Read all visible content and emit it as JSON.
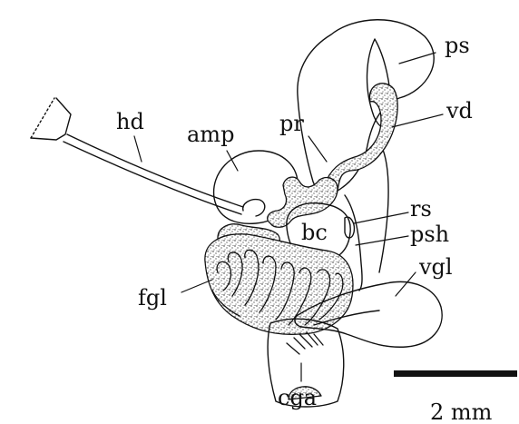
{
  "labels": {
    "hd": "hd",
    "amp": "amp",
    "pr": "pr",
    "ps": "ps",
    "vd": "vd",
    "rs": "rs",
    "bc": "bc",
    "psh": "psh",
    "vgl": "vgl",
    "fgl": "fgl",
    "cga": "cga"
  },
  "scale_bar": {
    "label": "2 mm"
  }
}
